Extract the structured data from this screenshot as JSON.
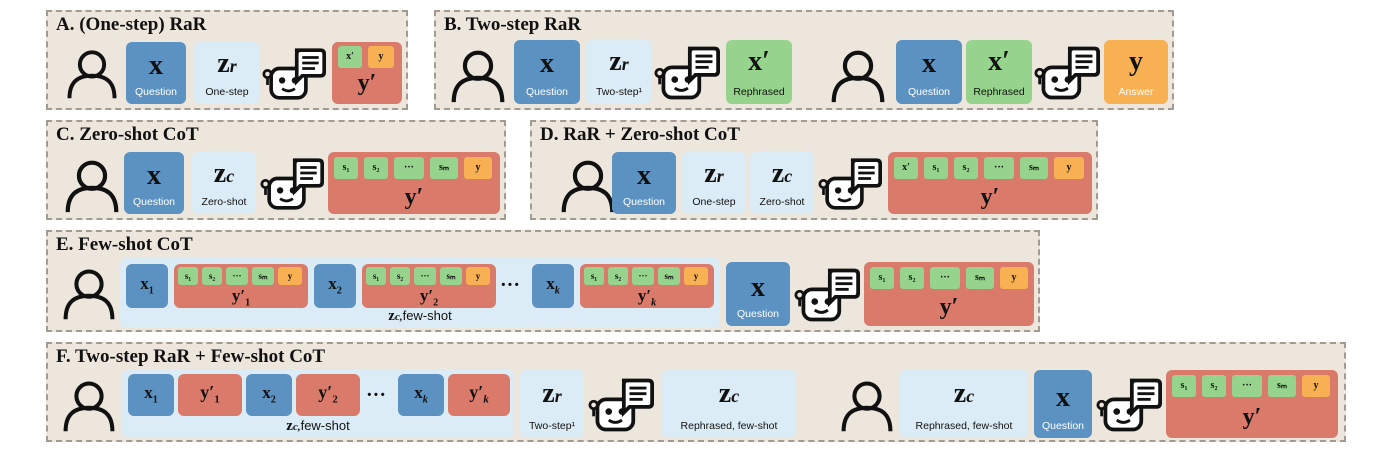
{
  "panels": {
    "a": {
      "title": "A.  (One-step) RaR"
    },
    "b": {
      "title": "B. Two-step RaR"
    },
    "c": {
      "title": "C. Zero-shot CoT"
    },
    "d": {
      "title": "D. RaR + Zero-shot CoT"
    },
    "e": {
      "title": "E. Few-shot CoT"
    },
    "f": {
      "title": "F. Two-step RaR + Few-shot CoT"
    }
  },
  "labels": {
    "question": "Question",
    "one_step": "One-step",
    "two_step": "Two-step¹",
    "rephrased": "Rephrased",
    "answer": "Answer",
    "zero_shot": "Zero-shot",
    "rephrased_few_shot": "Rephrased, few-shot"
  },
  "symbols": {
    "x": "x",
    "x_prime": "x′",
    "y": "y",
    "y_prime": "y′",
    "z": "z",
    "r": "r",
    "c": "c",
    "z_c_few_shot_sub": "c,",
    "few_shot": "few-shot",
    "s1": "s₁",
    "s2": "s₂",
    "ellipsis_small": "···",
    "sm": "sₘ",
    "ellipsis": "···"
  },
  "colors": {
    "panel_bg": "#ede6dd",
    "question_blue": "#5b92c1",
    "prompt_lightblue": "#dcecf6",
    "step_green": "#96d38c",
    "answer_orange": "#f7b052",
    "response_red": "#d97a6a"
  },
  "icons": [
    "user-icon",
    "robot-icon"
  ]
}
